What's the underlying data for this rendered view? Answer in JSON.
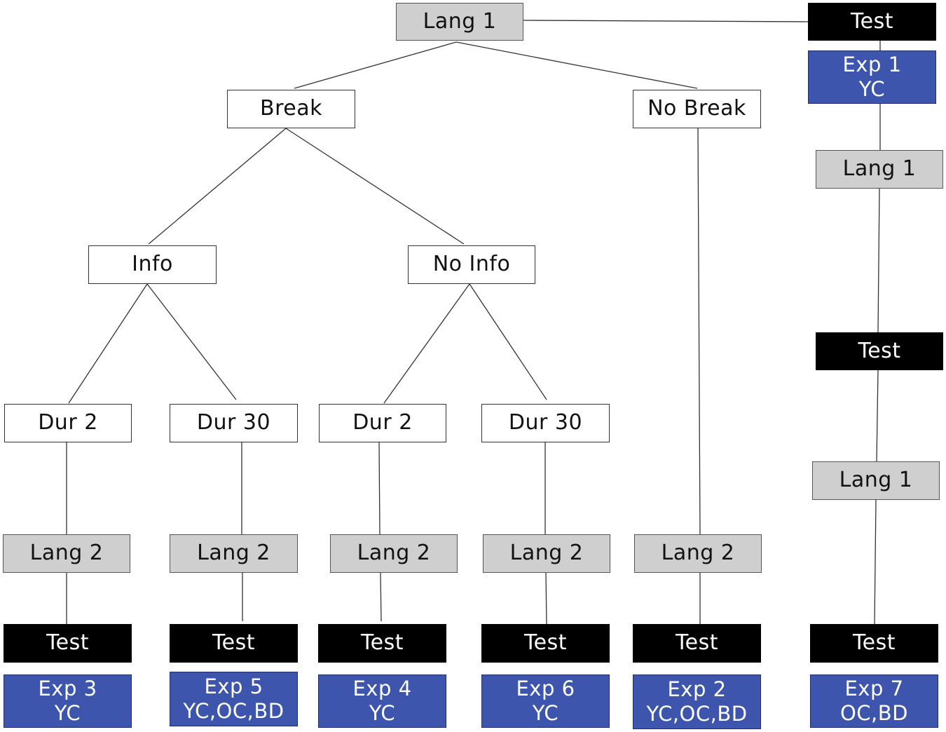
{
  "colors": {
    "context_box": "#ffffff",
    "language_box": "#cfcfcf",
    "test_box": "#000000",
    "experiment_box": "#3d55ad",
    "edge": "#333333"
  },
  "nodes": {
    "lang1_root": "Lang 1",
    "break": "Break",
    "no_break": "No Break",
    "info": "Info",
    "no_info": "No Info",
    "dur2_info": "Dur 2",
    "dur30_info": "Dur 30",
    "dur2_noinfo": "Dur 2",
    "dur30_noinfo": "Dur 30",
    "lang2_a": "Lang 2",
    "lang2_b": "Lang 2",
    "lang2_c": "Lang 2",
    "lang2_d": "Lang 2",
    "lang2_e": "Lang 2",
    "test_a": "Test",
    "test_b": "Test",
    "test_c": "Test",
    "test_d": "Test",
    "test_e": "Test",
    "test_top": "Test",
    "lang1_r1": "Lang 1",
    "test_mid": "Test",
    "lang1_r2": "Lang 1",
    "test_f": "Test"
  },
  "experiments": {
    "exp1": "Exp 1\nYC",
    "exp3": "Exp 3\nYC",
    "exp5": "Exp 5\nYC,OC,BD",
    "exp4": "Exp 4\nYC",
    "exp6": "Exp 6\nYC",
    "exp2": "Exp 2\nYC,OC,BD",
    "exp7": "Exp 7\nOC,BD"
  }
}
